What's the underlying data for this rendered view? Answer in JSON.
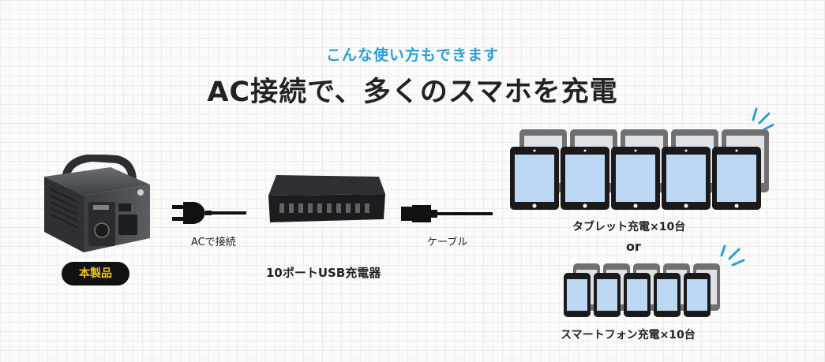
{
  "header": {
    "subtitle": "こんな使い方もできます",
    "title": "AC接続で、多くのスマホを充電"
  },
  "product": {
    "badge": "本製品"
  },
  "connections": {
    "ac_label": "ACで接続",
    "cable_label": "ケーブル"
  },
  "charger": {
    "label": "10ポートUSB充電器"
  },
  "devices": {
    "tablet_label": "タブレット充電×10台",
    "or_label": "or",
    "phone_label": "スマートフォン充電×10台"
  }
}
